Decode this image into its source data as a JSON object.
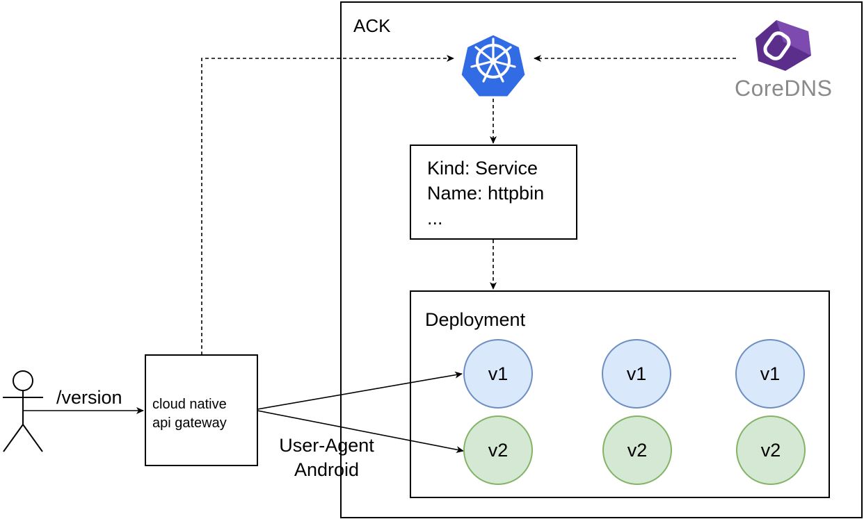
{
  "cluster": {
    "label": "ACK"
  },
  "coredns": {
    "label": "CoreDNS",
    "icon": "coredns-logo"
  },
  "kubernetes": {
    "icon": "kubernetes-helm-icon",
    "color": "#326ce5"
  },
  "service": {
    "lines": [
      "Kind: Service",
      "Name: httpbin",
      "..."
    ]
  },
  "deployment": {
    "label": "Deployment",
    "v1_pods": [
      "v1",
      "v1",
      "v1"
    ],
    "v2_pods": [
      "v2",
      "v2",
      "v2"
    ],
    "v1_color": "#dae8fc",
    "v2_color": "#d5e8d4"
  },
  "gateway": {
    "lines": [
      "cloud native",
      "api gateway"
    ]
  },
  "request": {
    "path": "/version"
  },
  "route_rule": {
    "lines": [
      "User-Agent",
      "Android"
    ]
  },
  "user": {
    "icon": "user-icon"
  }
}
